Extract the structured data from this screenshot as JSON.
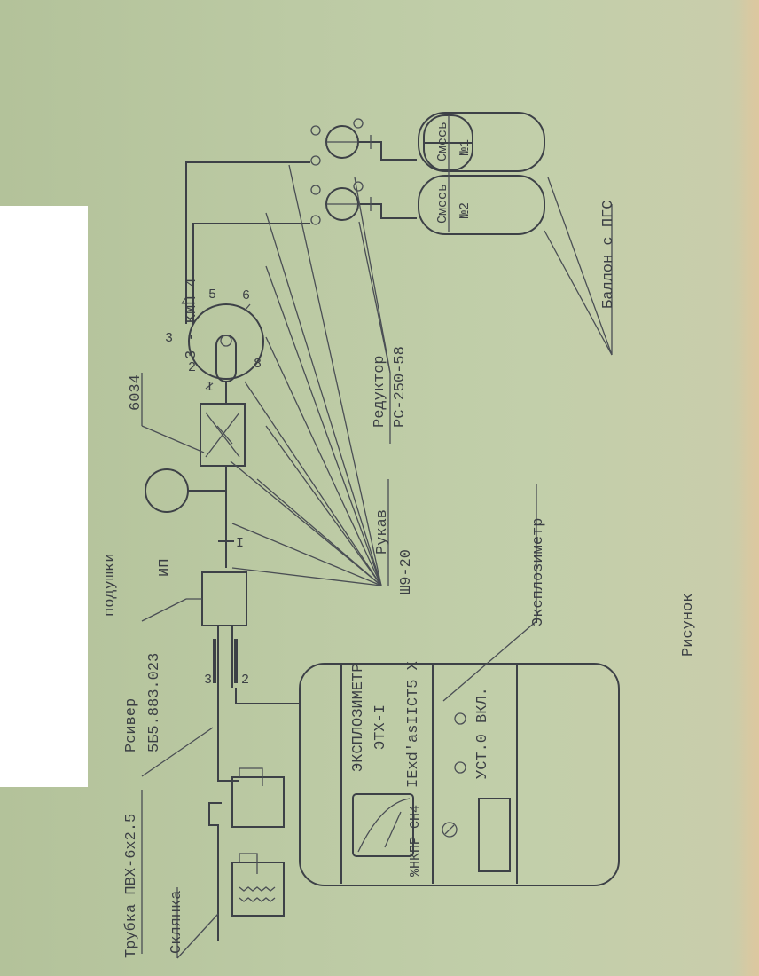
{
  "labels": {
    "pillows": "подушки",
    "ip": "ИП",
    "gauge_code": "6034",
    "receiver": "Рсивер",
    "receiver_code": "5Б5.883.023",
    "tube": "Трубка ПВХ-6х2.5",
    "flask": "Склянка",
    "switch": "3 - КМП 4",
    "reducer": "Редуктор",
    "reducer_code": "РС-250-58",
    "hose": "Рукав",
    "hose_code": "Ш9-20",
    "cylinder": "Баллон с ПГС",
    "explosimeter": "Эксплозиметр",
    "caption": "Рисунок"
  },
  "cylinders": [
    {
      "name": "Смесь",
      "number": "№1"
    },
    {
      "name": "Смесь",
      "number": "№2"
    }
  ],
  "device": {
    "name": "ЭКСПЛОЗИМЕТР",
    "model": "ЭТХ-I",
    "marking": "IExd'asIICT5 X",
    "dial_label": "%НКПР CH4",
    "zero_label": "УСТ.0",
    "on_label": "ВКЛ."
  },
  "diagram": {
    "switch_ports": [
      "I",
      "2",
      "3",
      "4",
      "5",
      "6",
      "8"
    ],
    "pipe_marker": "I",
    "receiver_ports": [
      "3",
      "2"
    ]
  }
}
